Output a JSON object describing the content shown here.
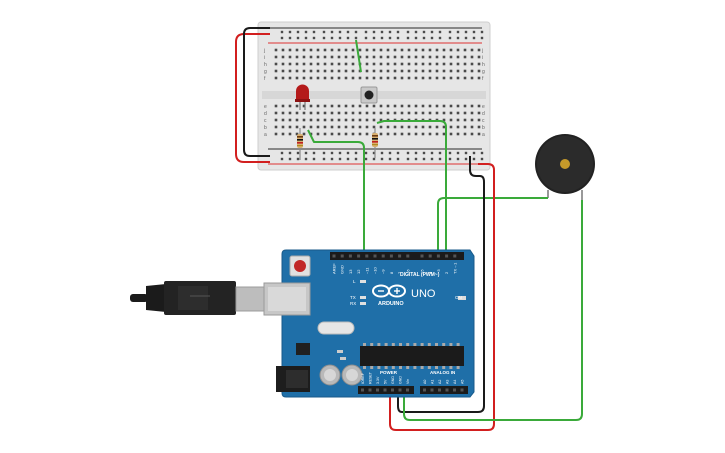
{
  "arduino": {
    "brand": "ARDUINO",
    "model": "UNO",
    "digital_header": "DIGITAL (PWM~)",
    "power_header": "POWER",
    "analog_header": "ANALOG IN",
    "led_on": "ON",
    "led_l": "L",
    "led_tx": "TX",
    "led_rx": "RX",
    "digital_pins": [
      "AREF",
      "GND",
      "13",
      "12",
      "~11",
      "~10",
      "~9",
      "8",
      "7",
      "~6",
      "~5",
      "4",
      "~3",
      "2",
      "TX→1",
      "RX←0"
    ],
    "power_pins": [
      "IOREF",
      "RESET",
      "3.3V",
      "5V",
      "GND",
      "GND",
      "Vin"
    ],
    "analog_pins": [
      "A0",
      "A1",
      "A2",
      "A3",
      "A4",
      "A5"
    ]
  },
  "breadboard": {
    "row_letters_top": [
      "j",
      "i",
      "h",
      "g",
      "f"
    ],
    "row_letters_bottom": [
      "e",
      "d",
      "c",
      "b",
      "a"
    ],
    "column_count": 30
  },
  "components": {
    "led": "red-led",
    "buzzer": "piezo-buzzer",
    "button": "push-button",
    "resistors": 2
  },
  "colors": {
    "wire_green": "#3aaa3a",
    "wire_red": "#d21f1f",
    "wire_black": "#1a1a1a",
    "board_blue": "#1f6fa8",
    "breadboard": "#e9e9e9",
    "led_red": "#b01818"
  }
}
